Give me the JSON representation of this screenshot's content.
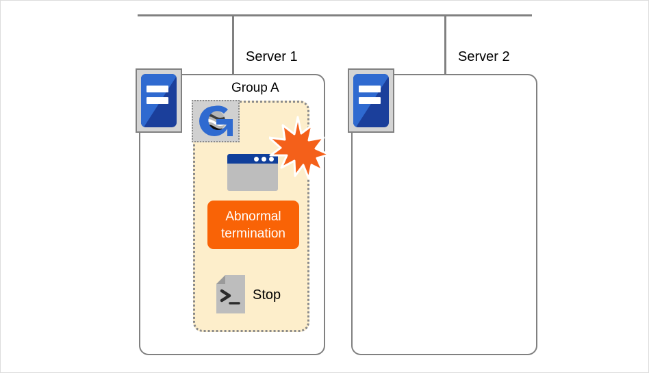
{
  "diagram": {
    "title": "Cluster server group failure diagram",
    "colors": {
      "group_fill": "#fdeecb",
      "group_border": "#8a8a8a",
      "accent_orange": "#f96306",
      "server_blue": "#1b3f9b",
      "server_blue_light": "#2f6ad0",
      "outline_gray": "#808080",
      "icon_gray": "#bdbdbd"
    },
    "network": {
      "bus_name": "network-bus"
    },
    "servers": [
      {
        "id": "server-1",
        "label": "Server 1",
        "icon": "server-icon",
        "group": {
          "id": "group-a",
          "label": "Group A",
          "resources": [
            {
              "id": "cluster-logo",
              "icon": "globe-g-logo-icon",
              "label": ""
            },
            {
              "id": "application-window",
              "icon": "application-window-icon",
              "label": ""
            },
            {
              "id": "abnormal-termination",
              "icon": "status-badge",
              "label": "Abnormal termination"
            },
            {
              "id": "stop-script",
              "icon": "script-file-icon",
              "label": "Stop"
            }
          ],
          "failure_marker": {
            "id": "failure-burst",
            "icon": "explosion-burst-icon",
            "label": ""
          }
        }
      },
      {
        "id": "server-2",
        "label": "Server 2",
        "icon": "server-icon",
        "group": null
      }
    ]
  }
}
